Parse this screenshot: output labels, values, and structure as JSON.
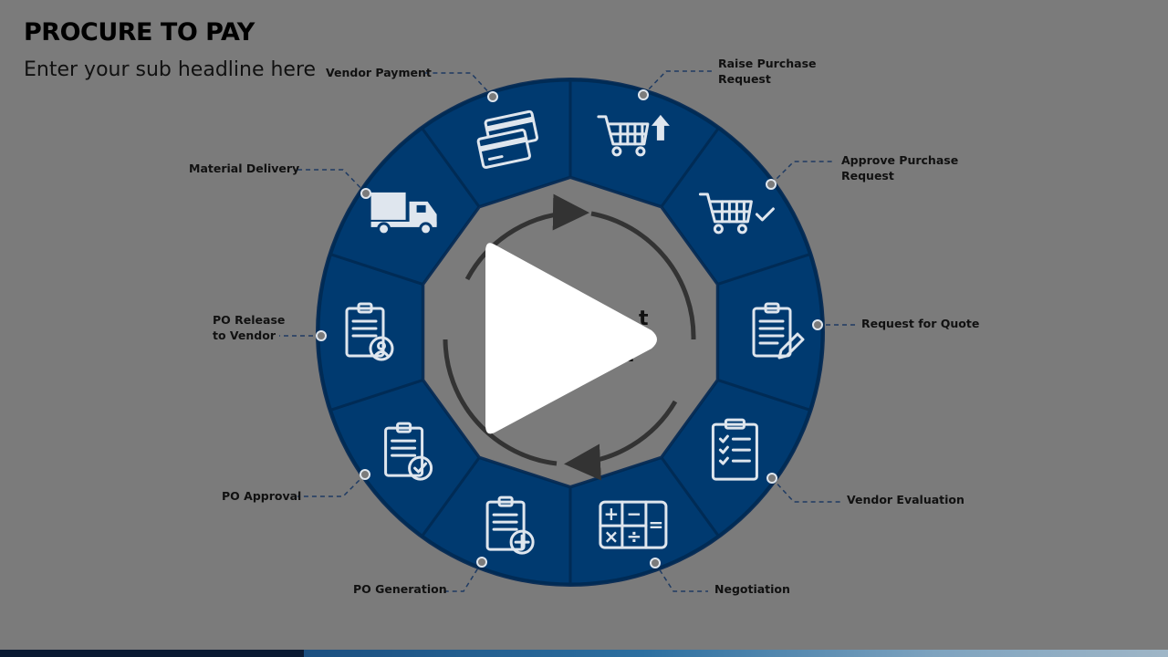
{
  "slide": {
    "title": "PROCURE TO PAY",
    "subtitle": "Enter your sub headline here"
  },
  "cycle": {
    "colors": {
      "segment": "#003a70",
      "divider": "#002b55",
      "icon": "#dfe6ee",
      "connector": "#1f3b63",
      "arrow": "#333333"
    },
    "steps": [
      {
        "label_lines": [
          "Raise Purchase",
          "Request"
        ],
        "icon": "cart-upload-icon"
      },
      {
        "label_lines": [
          "Approve Purchase",
          "Request"
        ],
        "icon": "cart-check-icon"
      },
      {
        "label_lines": [
          "Request for Quote"
        ],
        "icon": "clipboard-pencil-icon"
      },
      {
        "label_lines": [
          "Vendor Evaluation"
        ],
        "icon": "checklist-icon"
      },
      {
        "label_lines": [
          "Negotiation"
        ],
        "icon": "calculator-icon"
      },
      {
        "label_lines": [
          "PO Generation"
        ],
        "icon": "clipboard-plus-icon"
      },
      {
        "label_lines": [
          "PO Approval"
        ],
        "icon": "clipboard-check-icon"
      },
      {
        "label_lines": [
          "PO Release",
          "to Vendor"
        ],
        "icon": "clipboard-user-icon"
      },
      {
        "label_lines": [
          "Material Delivery"
        ],
        "icon": "truck-icon"
      },
      {
        "label_lines": [
          "Vendor Payment"
        ],
        "icon": "credit-cards-icon"
      }
    ]
  },
  "player": {
    "overlay": "play-button"
  }
}
